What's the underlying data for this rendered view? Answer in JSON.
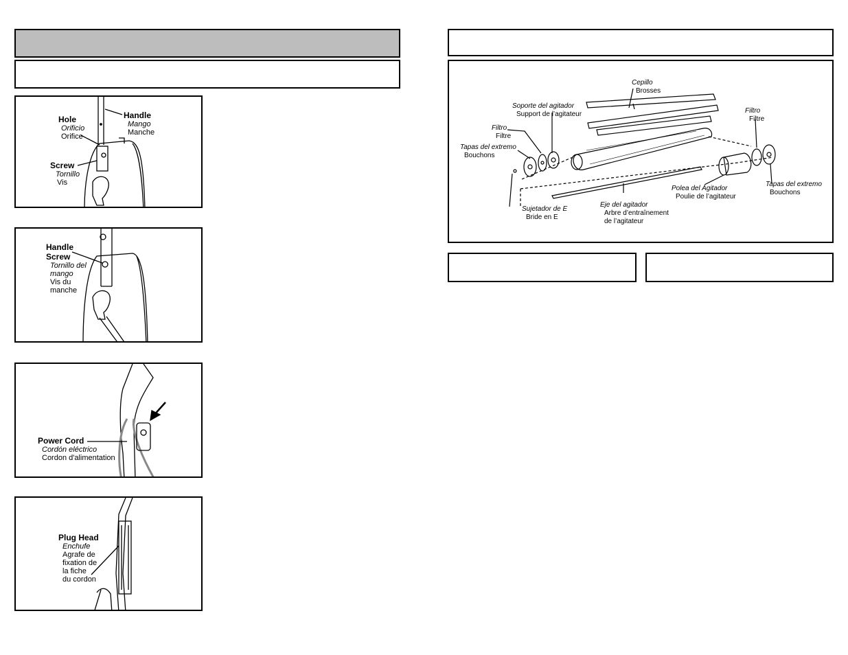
{
  "fig1": {
    "hole": {
      "en": "Hole",
      "es": "Orificio",
      "fr": "Orifice"
    },
    "handle": {
      "en": "Handle",
      "es": "Mango",
      "fr": "Manche"
    },
    "screw": {
      "en": "Screw",
      "es": "Tornillo",
      "fr": "Vis"
    }
  },
  "fig2": {
    "handle_screw": {
      "en1": "Handle",
      "en2": "Screw",
      "es1": "Tornillo del",
      "es2": "mango",
      "fr1": "Vis du",
      "fr2": "manche"
    }
  },
  "fig3": {
    "power_cord": {
      "en": "Power Cord",
      "es": "Cordón eléctrico",
      "fr": "Cordon d'alimentation"
    }
  },
  "fig4": {
    "plug_head": {
      "en": "Plug Head",
      "es": "Enchufe",
      "fr1": "Agrafe de",
      "fr2": "fixation de",
      "fr3": "la fiche",
      "fr4": "du cordon"
    }
  },
  "diagram": {
    "cepillo": {
      "es": "Cepillo",
      "fr": "Brosses"
    },
    "soporte": {
      "es": "Soporte del agitador",
      "fr": "Support de l’agitateur"
    },
    "filtro_left": {
      "es": "Filtro",
      "fr": "Filtre"
    },
    "filtro_right": {
      "es": "Filtro",
      "fr": "Filtre"
    },
    "tapas_left": {
      "es": "Tapas del extremo",
      "fr": "Bouchons"
    },
    "tapas_right": {
      "es": "Tapas del extremo",
      "fr": "Bouchons"
    },
    "sujetador": {
      "es": "Sujetador de E",
      "fr": "Bride en E"
    },
    "eje": {
      "es": "Eje del agitador",
      "fr1": "Arbre d’entraînement",
      "fr2": "de l’agitateur"
    },
    "polea": {
      "es": "Polea del Agitador",
      "fr": "Poulie de l’agitateur"
    }
  }
}
